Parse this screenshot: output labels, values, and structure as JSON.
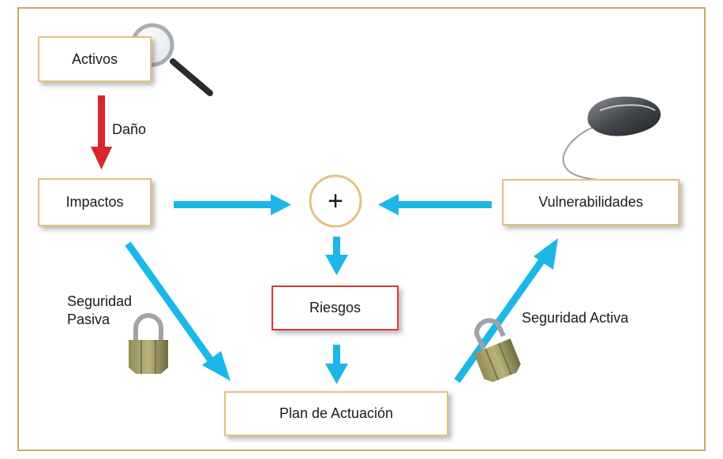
{
  "nodes": {
    "activos": "Activos",
    "impactos": "Impactos",
    "vulnerabilidades": "Vulnerabilidades",
    "riesgos": "Riesgos",
    "plan": "Plan de Actuación",
    "plus": "+"
  },
  "labels": {
    "dano": "Daño",
    "seguridad_pasiva_1": "Seguridad",
    "seguridad_pasiva_2": "Pasiva",
    "seguridad_activa": "Seguridad Activa"
  },
  "icons": [
    "magnifier-icon",
    "computer-mouse-icon",
    "padlock-closed-icon",
    "padlock-open-icon"
  ],
  "colors": {
    "frame": "#c9aa6a",
    "box_border": "#e2c27e",
    "risk_border": "#d8383b",
    "arrow_blue": "#1cb7e8",
    "arrow_red": "#d9262c"
  }
}
